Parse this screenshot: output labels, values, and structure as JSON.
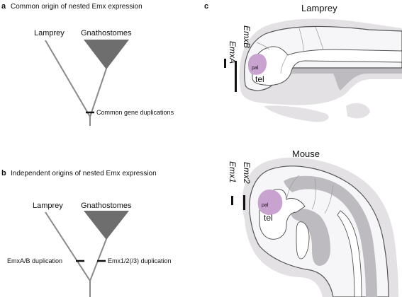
{
  "panel_a": {
    "letter": "a",
    "title": "Common origin of nested Emx expression",
    "lamprey": "Lamprey",
    "gnathostomes": "Gnathostomes",
    "event": "Common gene duplications"
  },
  "panel_b": {
    "letter": "b",
    "title": "Independent origins of nested Emx expression",
    "lamprey": "Lamprey",
    "gnathostomes": "Gnathostomes",
    "event_left": "EmxA/B duplication",
    "event_right": "Emx1/2(/3) duplication"
  },
  "panel_c": {
    "letter": "c",
    "lamprey": {
      "title": "Lamprey",
      "gene_outer": "EmxB",
      "gene_inner": "EmxA",
      "pal": "pal",
      "tel": "tel"
    },
    "mouse": {
      "title": "Mouse",
      "gene_outer": "Emx2",
      "gene_inner": "Emx1",
      "pal": "pal",
      "tel": "tel"
    }
  },
  "colors": {
    "tree": "#8a8a8a",
    "clade": "#6e6e6e",
    "tissue_light": "#e3e1e4",
    "tissue_mid": "#bdbbbf",
    "brain_fill": "#f6f6f8",
    "outline": "#555555",
    "pallium": "#c9a3cf",
    "marker": "#111111"
  },
  "icons": [
    "phylogenetic-tree",
    "lamprey-brain-section",
    "mouse-brain-section"
  ]
}
